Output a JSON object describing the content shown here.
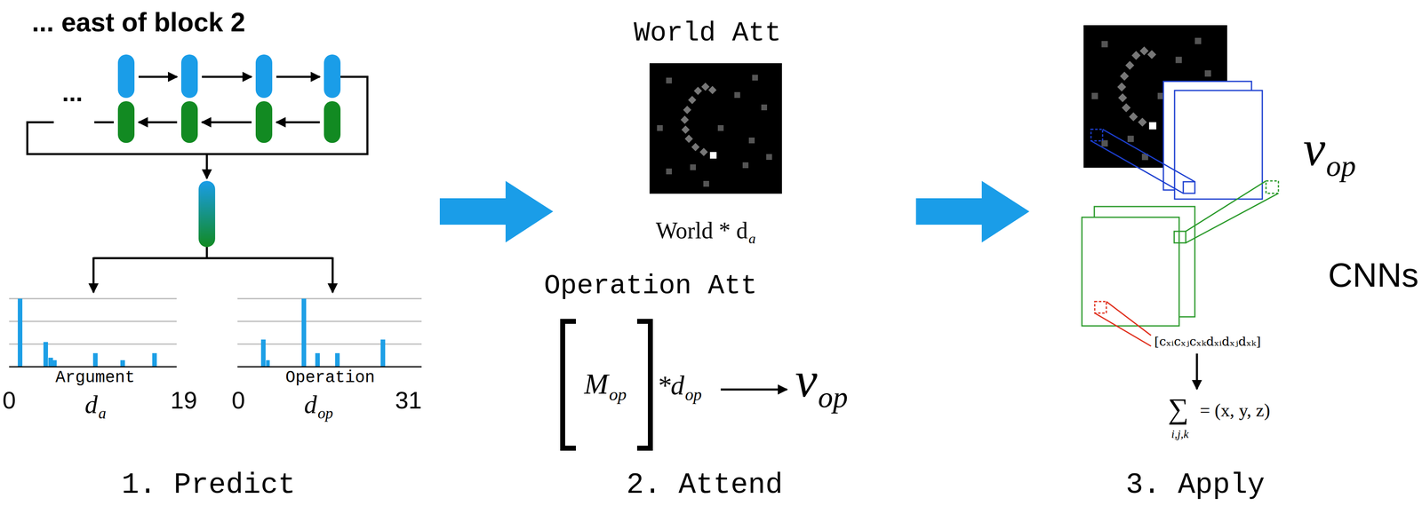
{
  "diagram": {
    "labels": [
      "... east of block 2",
      "...",
      "Argument",
      "0",
      "19",
      "d",
      "a",
      "Operation",
      "0",
      "31",
      "d",
      "op",
      "1. Predict",
      "World Att",
      "World * d",
      "a",
      "Operation Att",
      "M",
      "op",
      "*d",
      "op",
      "v",
      "op",
      "2. Attend",
      "v",
      "op",
      "CNNs",
      "[cₓᵢcₓⱼcₓₖdₓᵢdₓⱼdₓₖ]",
      "∑",
      "i,j,k",
      "= (x, y, z)",
      "3. Apply"
    ]
  }
}
